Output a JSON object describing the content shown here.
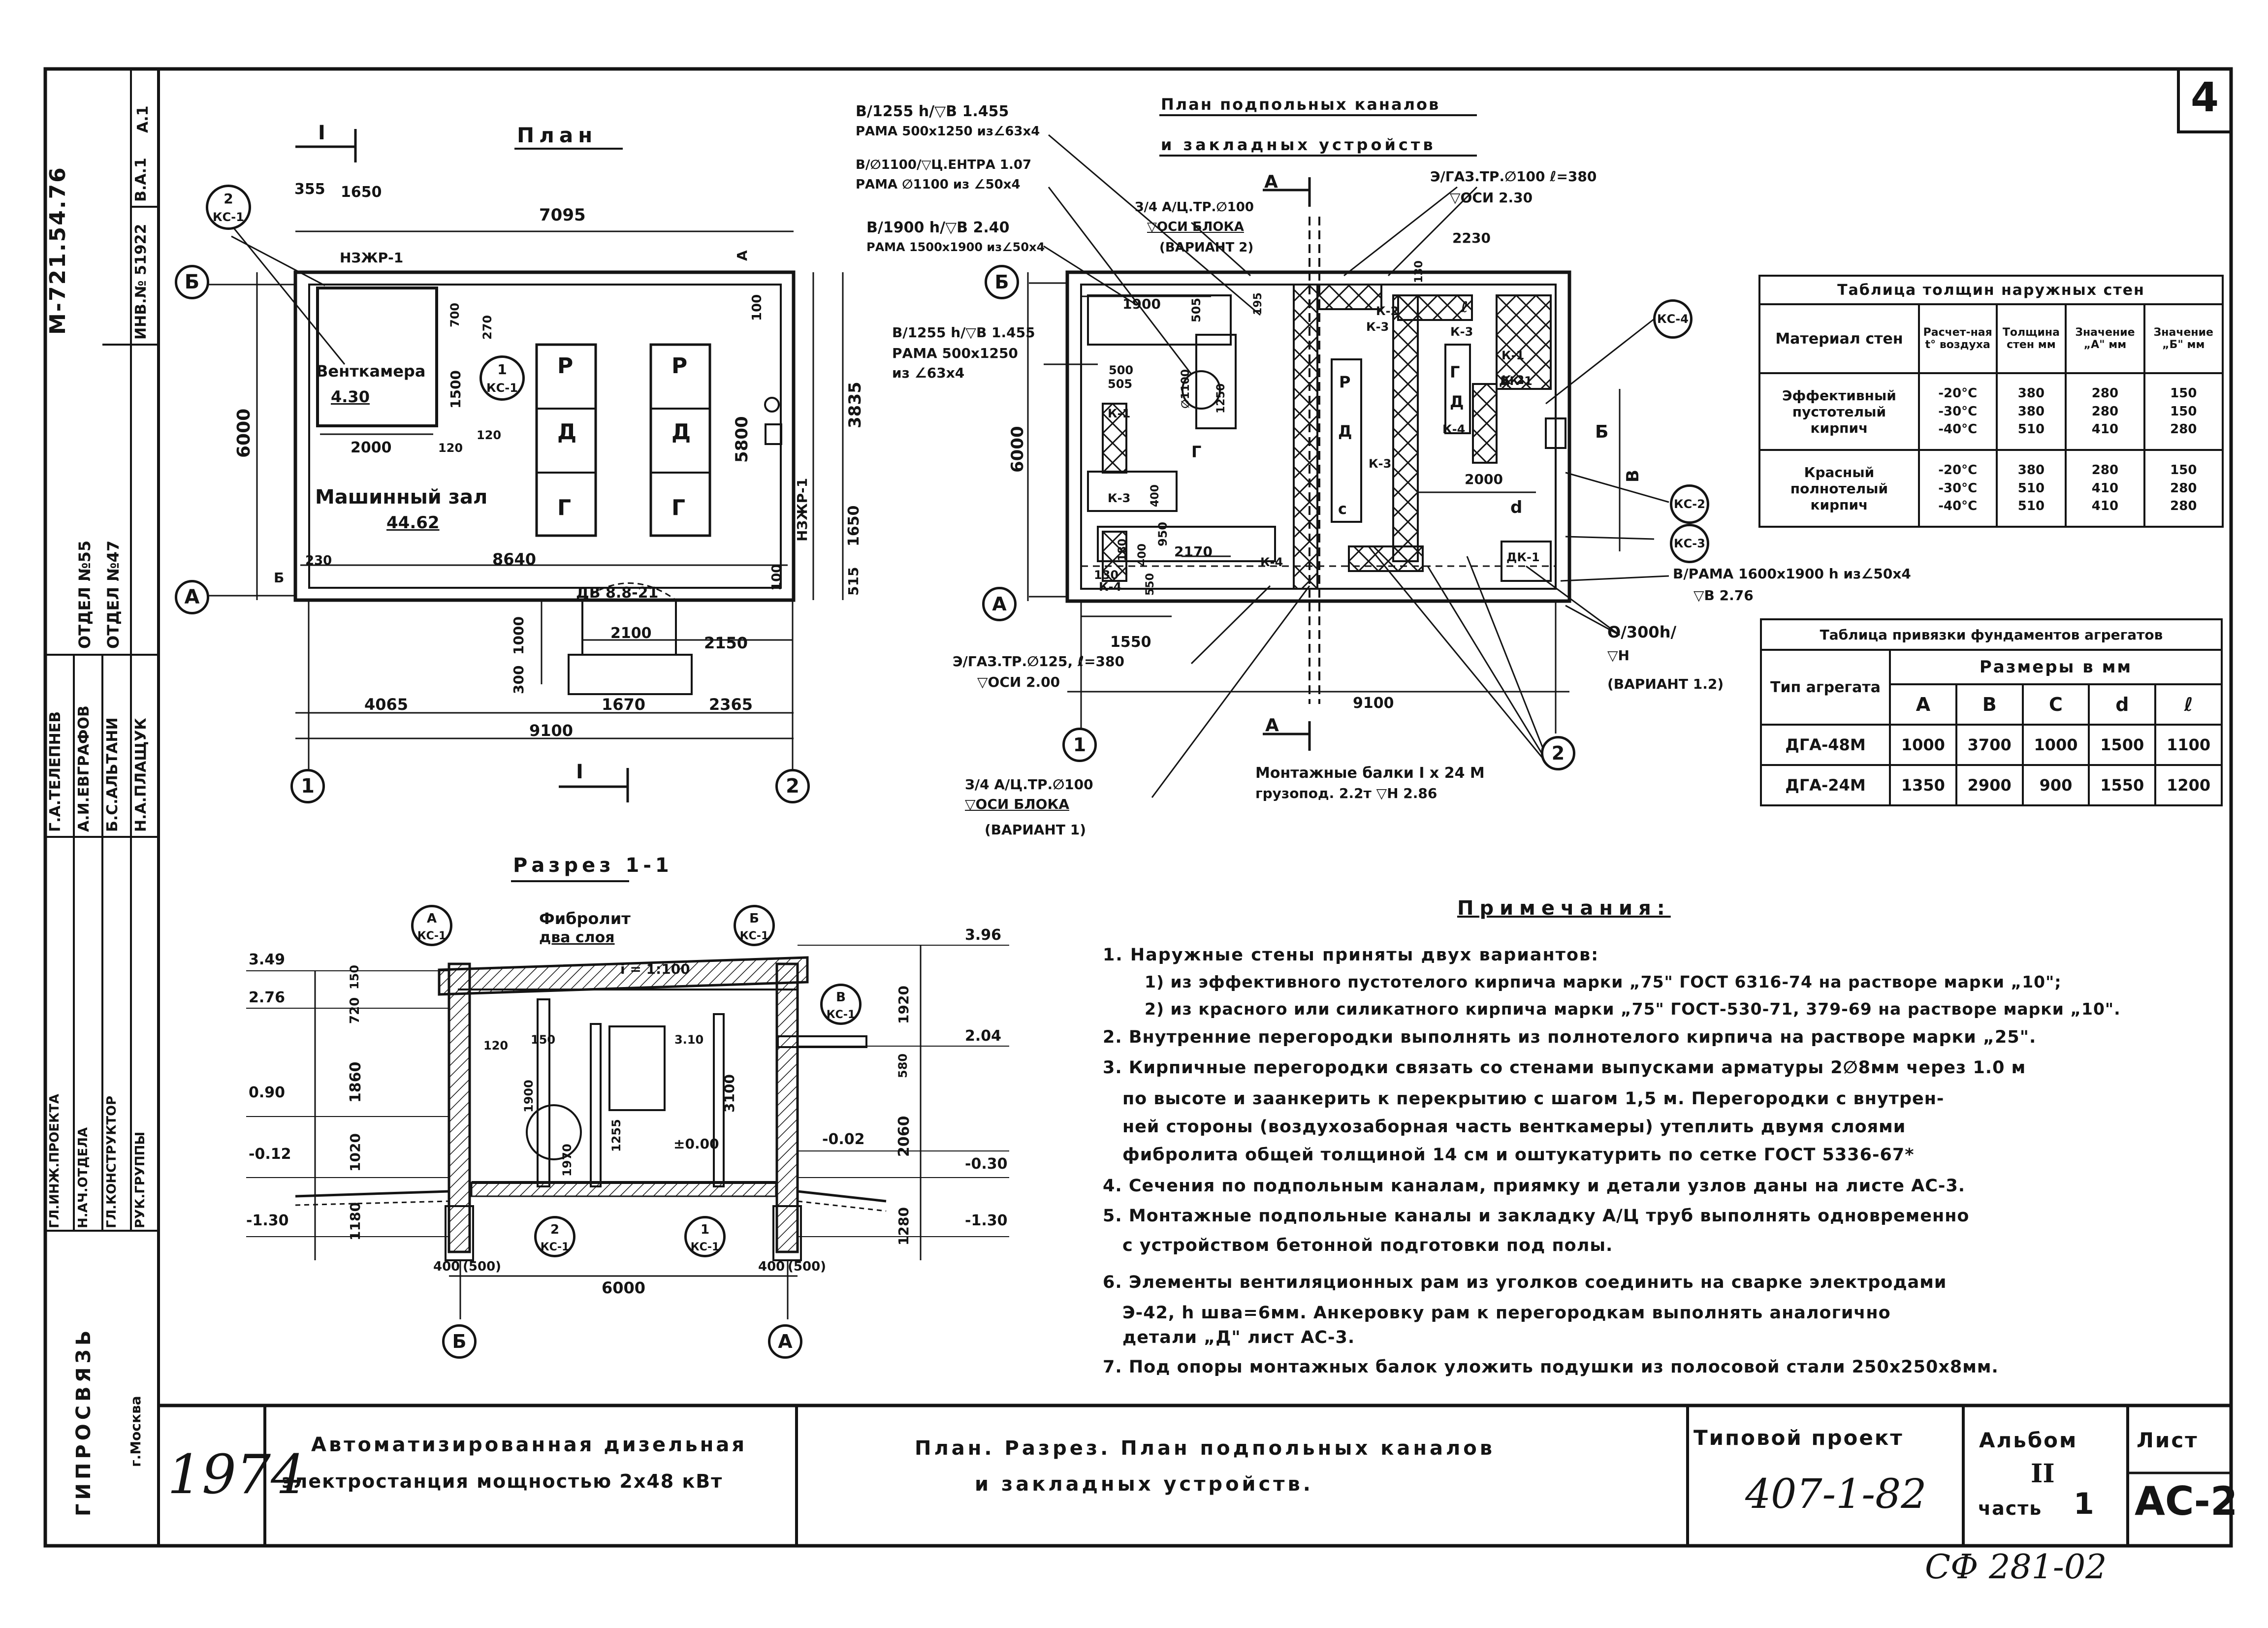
{
  "sheet": {
    "number": "4",
    "year": "1974",
    "title_project": [
      "Автоматизированная дизельная",
      "электростанция мощностью 2х48 кВт"
    ],
    "title_sheet": [
      "План. Разрез. План подпольных каналов",
      "и закладных устройств."
    ],
    "project_label": "Типовой проект",
    "project_number": "407-1-82",
    "album_label": "Альбом",
    "album_value": "II",
    "part_label": "часть",
    "part_value": "1",
    "list_label": "Лист",
    "list_value": "АС-2",
    "archive_number": "СФ 281-02",
    "org": "ГИПРОСВЯЗЬ",
    "org_city": "г.Москва"
  },
  "side": {
    "code": "M-721.54.76",
    "otdel1": "ОТДЕЛ №55",
    "otdel2": "ОТДЕЛ №47",
    "inv": "ИНВ.№ 51922",
    "va1": "В.А.1",
    "a1": "А.1",
    "roles": [
      "ГЛ.ИНЖ.ПРОЕКТА",
      "Н.АЧ.ОТДЕЛА",
      "ГЛ.КОНСТРУКТОР",
      "РУК.ГРУППЫ"
    ],
    "names": [
      "Г.А.ТЕЛЕПНЕВ",
      "А.И.ЕВГРАФОВ",
      "Б.С.АЛЬТАНИ",
      "Н.А.ПЛАЩУК"
    ]
  },
  "plan": {
    "title": "План",
    "section_mark": "I",
    "room1_name": "Венткамера",
    "room1_area": "4.30",
    "room2_name": "Машинный зал",
    "room2_area": "44.62",
    "door_label": "ДВ 8.8-21",
    "nzhr1": "НЗЖР-1",
    "nzhr1_b": "НЗЖР-1",
    "eq_labels": [
      "Р",
      "Д",
      "Г"
    ],
    "dims_top": [
      "355",
      "1650",
      "7095"
    ],
    "dims_bottom": [
      "4065",
      "1670",
      "2365",
      "9100"
    ],
    "dims_inner": [
      "8640",
      "2000",
      "2100",
      "2150",
      "1000",
      "300",
      "120"
    ],
    "dims_left": [
      "6000"
    ],
    "dims_right": [
      "5800",
      "3835",
      "1650",
      "515",
      "100",
      "100"
    ],
    "misc": [
      "700",
      "270",
      "1500",
      "120",
      "230",
      "Б",
      "А"
    ]
  },
  "section": {
    "title": "Разрез 1-1",
    "fibrolit": "Фибролит",
    "two_layers": "два слоя",
    "slope": "i = 1:100",
    "levels_left": [
      "3.49",
      "2.76",
      "0.90",
      "-0.12",
      "-1.30"
    ],
    "levels_right": [
      "3.96",
      "2.04",
      "-0.02",
      "-0.30",
      "-1.30"
    ],
    "dims_left": [
      "150",
      "720",
      "1860",
      "1020",
      "1180"
    ],
    "dims_right": [
      "1920",
      "580",
      "2060",
      "1280"
    ],
    "dims_inner": [
      "120",
      "150",
      "1900",
      "1970",
      "1255",
      "3100",
      "3.10",
      "±0.00"
    ],
    "dims_bottom": [
      "400",
      "(500)",
      "6000",
      "400",
      "(500)"
    ]
  },
  "channels": {
    "title_1": "План подпольных каналов",
    "title_2": "и закладных устройств",
    "callouts": [
      "В/1255 h/▽В 1.455",
      "РАМА 500х1250 из∠63х4",
      "В/∅1100/▽Ц.ЕНТРА 1.07",
      "РАМА ∅1100 из ∠50х4",
      "В/1900 h/▽В 2.40",
      "РАМА 1500х1900 из∠50х4",
      "В/1255 h/▽В 1.455",
      "РАМА 500х1250",
      "из ∠63х4",
      "З/4 А/Ц.ТР.∅100",
      "▽ОСИ БЛОКА",
      "(ВАРИАНТ 2)",
      "Э/ГАЗ.ТР.∅100 ℓ=380",
      "▽ОСИ 2.30",
      "В/РАМА 1600х1900 h из∠50х4",
      "▽В 2.76",
      "Э/ГАЗ.ТР.∅125, ℓ=380",
      "▽ОСИ 2.00",
      "О/300h/",
      "▽Н",
      "(ВАРИАНТ 1.2)",
      "З/4 А/Ц.ТР.∅100",
      "▽ОСИ БЛОКА",
      "(ВАРИАНТ 1)",
      "Монтажные балки I х 24 М",
      "грузопод. 2.2т ▽Н 2.86"
    ],
    "dims": [
      "1900",
      "505",
      "195",
      "2230",
      "130",
      "9100",
      "1550",
      "2170",
      "2000",
      "6000",
      "950",
      "400",
      "180",
      "400",
      "550",
      "130",
      "500",
      "505",
      "∅1100",
      "1250"
    ],
    "letters": [
      "А",
      "Б",
      "В",
      "Г",
      "Д",
      "с",
      "d",
      "ℓ",
      "Р",
      "Г",
      "Д"
    ],
    "k_marks": [
      "К-1",
      "К-2",
      "К-3",
      "К-4",
      "К-3",
      "К-4",
      "К-3",
      "К-3",
      "К-1",
      "К-2",
      "К-4",
      "ДК-1",
      "ДК-1"
    ]
  },
  "callout_circles": {
    "ks1_top": "2",
    "ks1_bottom": "КС-1",
    "ks1b_top": "1",
    "ks1b_bottom": "КС-1",
    "a_ks1": "А",
    "b_ks1": "Б",
    "b_ks1b": "В",
    "ks": [
      "КС-4",
      "КС-2",
      "КС-3"
    ],
    "axis_b": "Б",
    "axis_a": "А",
    "axis_1": "1",
    "axis_2": "2"
  },
  "wall_table": {
    "title": "Таблица толщин наружных стен",
    "headers": [
      "Материал стен",
      "Расчет-ная t° воздуха",
      "Толщина стен мм",
      "Значение „А\" мм",
      "Значение „Б\" мм"
    ],
    "rows": [
      [
        "Эффективный пустотелый кирпич",
        "-20°С",
        "380",
        "280",
        "150"
      ],
      [
        "",
        "-30°С",
        "380",
        "280",
        "150"
      ],
      [
        "",
        "-40°С",
        "510",
        "410",
        "280"
      ],
      [
        "Красный полнотелый кирпич",
        "-20°С",
        "380",
        "280",
        "150"
      ],
      [
        "",
        "-30°С",
        "510",
        "410",
        "280"
      ],
      [
        "",
        "-40°С",
        "510",
        "410",
        "280"
      ]
    ]
  },
  "found_table": {
    "title": "Таблица привязки фундаментов агрегатов",
    "type_label": "Тип агрегата",
    "sizes_label": "Размеры в мм",
    "cols": [
      "А",
      "В",
      "С",
      "d",
      "ℓ"
    ],
    "rows": [
      [
        "ДГА-48М",
        "1000",
        "3700",
        "1000",
        "1500",
        "1100"
      ],
      [
        "ДГА-24М",
        "1350",
        "2900",
        "900",
        "1550",
        "1200"
      ]
    ]
  },
  "notes": {
    "title": "Примечания:",
    "lines": [
      "1. Наружные стены приняты двух вариантов:",
      "1) из эффективного пустотелого кирпича марки „75\" ГОСТ 6316-74 на растворе марки „10\";",
      "2) из красного или силикатного кирпича марки „75\" ГОСТ-530-71, 379-69 на растворе марки „10\".",
      "2. Внутренние перегородки выполнять из полнотелого кирпича на растворе марки „25\".",
      "3. Кирпичные перегородки связать со стенами выпусками арматуры 2∅8мм через 1.0 м",
      "по высоте и заанкерить к перекрытию с шагом 1,5 м. Перегородки с внутрен-",
      "ней стороны (воздухозаборная часть венткамеры) утеплить двумя слоями",
      "фибролита общей толщиной 14 см и оштукатурить по сетке ГОСТ 5336-67*",
      "4. Сечения по подпольным каналам, приямку и детали узлов даны на листе АС-3.",
      "5. Монтажные подпольные каналы и закладку А/Ц труб выполнять одновременно",
      "с устройством бетонной подготовки под полы.",
      "6. Элементы вентиляционных рам из уголков соединить на сварке электродами",
      "Э-42, h шва=6мм. Анкеровку рам к перегородкам выполнять аналогично",
      "детали „Д\" лист АС-3.",
      "7. Под опоры монтажных балок уложить подушки из полосовой стали 250х250х8мм."
    ]
  }
}
